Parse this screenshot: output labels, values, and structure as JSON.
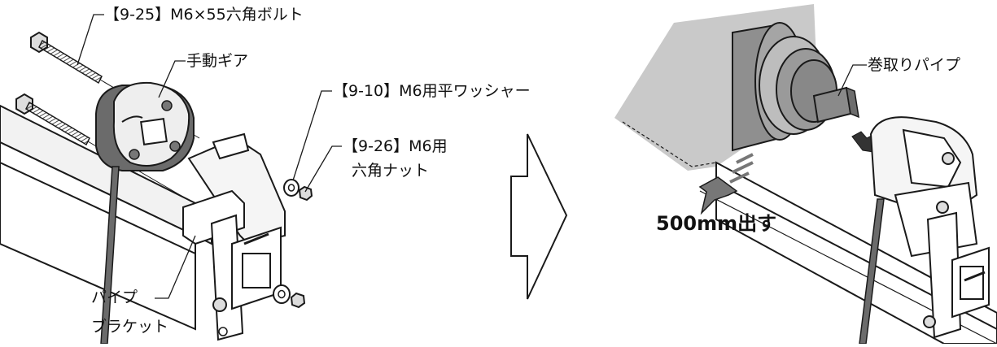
{
  "labels": {
    "bolt": "【9-25】M6×55六角ボルト",
    "manual_gear": "手動ギア",
    "flat_washer": "【9-10】M6用平ワッシャー",
    "hex_nut_line1": "【9-26】M6用",
    "hex_nut_line2": "六角ナット",
    "pipe_bracket_line1": "パイプ",
    "pipe_bracket_line2": "ブラケット",
    "winding_pipe": "巻取りパイプ",
    "pull_out": "500mm出す"
  },
  "colors": {
    "line": "#1a1a1a",
    "part_fill": "#e6e6e6",
    "dark_part": "#555555",
    "cloth": "#cfcfcf",
    "roll": "#9a9a9a"
  }
}
